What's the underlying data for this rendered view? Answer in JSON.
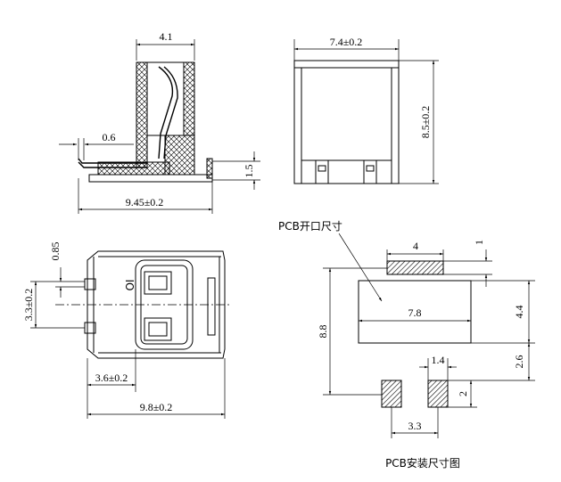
{
  "side_view": {
    "dim_width": "4.1",
    "dim_pin": "0.6",
    "dim_total_length": "9.45±0.2",
    "dim_height": "1.5"
  },
  "front_view": {
    "dim_width": "7.4±0.2",
    "dim_height": "8.5±0.2"
  },
  "top_view": {
    "dim_pin_width": "0.85",
    "dim_pitch": "3.3±0.2",
    "dim_offset": "3.6±0.2",
    "dim_total_width": "9.8±0.2",
    "marking": "IO"
  },
  "pcb_layout": {
    "cutout_label": "PCB开口尺寸",
    "dim_top_pad_width": "4",
    "dim_top_pad_height": "1",
    "dim_cutout_width": "7.8",
    "dim_cutout_height": "4.4",
    "dim_total_height": "8.8",
    "dim_gap": "2.6",
    "dim_pad_width": "1.4",
    "dim_pad_height": "2",
    "dim_pad_pitch": "3.3",
    "title": "PCB安装尺寸图"
  }
}
